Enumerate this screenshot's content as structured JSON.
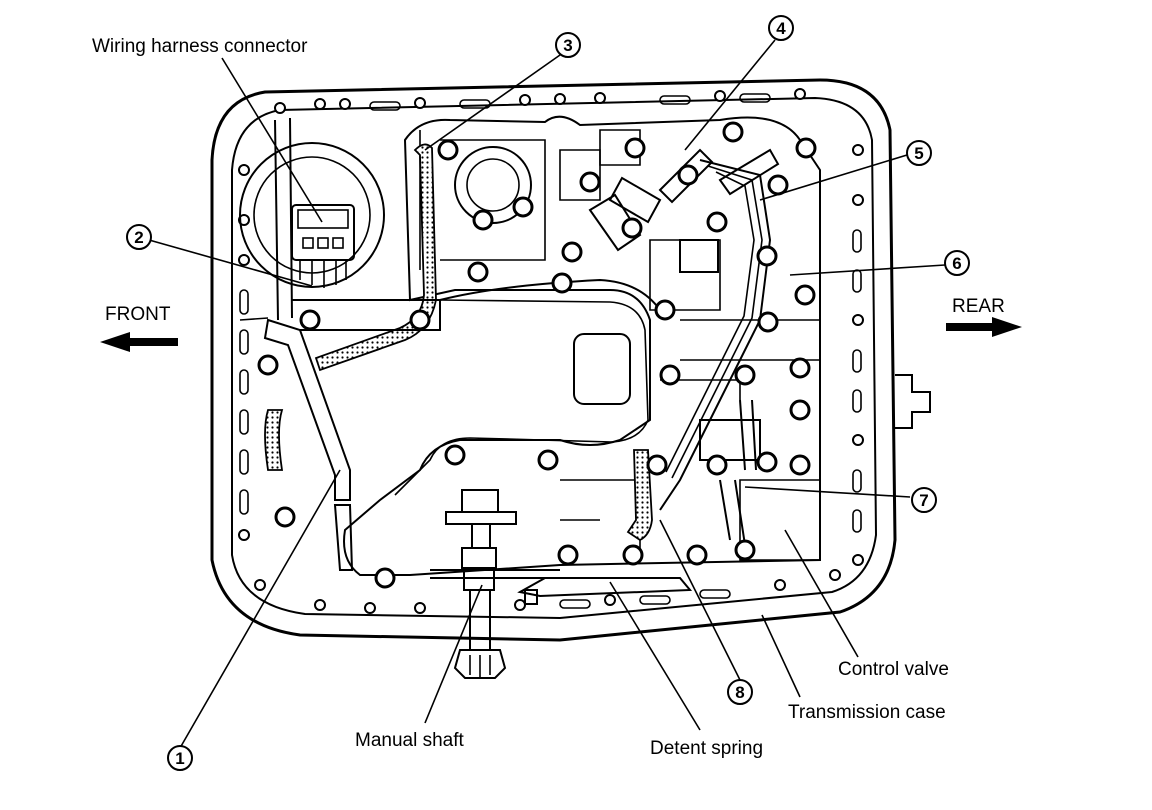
{
  "labels": {
    "wiring_harness_connector": "Wiring harness connector",
    "front": "FRONT",
    "rear": "REAR",
    "manual_shaft": "Manual shaft",
    "detent_spring": "Detent spring",
    "control_valve": "Control valve",
    "transmission_case": "Transmission case"
  },
  "callouts": [
    "1",
    "2",
    "3",
    "4",
    "5",
    "6",
    "7",
    "8"
  ]
}
